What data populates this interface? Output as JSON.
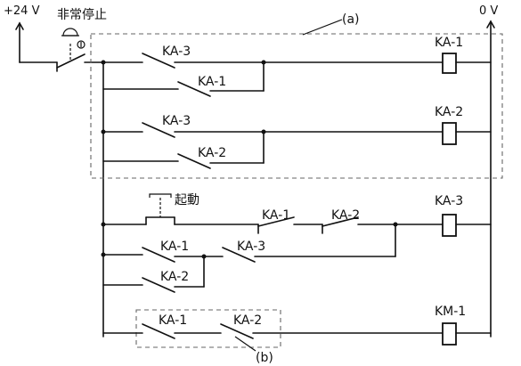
{
  "supply": {
    "positive": "+24 V",
    "zero": "0 V"
  },
  "emergency_stop": "非常停止",
  "start_button": "起動",
  "regions": {
    "a": "(a)",
    "b": "(b)"
  },
  "contacts": {
    "r1_ka3": "KA-3",
    "r1b_ka1": "KA-1",
    "r2_ka3": "KA-3",
    "r2b_ka2": "KA-2",
    "r3_ka1": "KA-1",
    "r3_ka2": "KA-2",
    "r4_ka1": "KA-1",
    "r4_ka3": "KA-3",
    "r5_ka2": "KA-2",
    "r6_ka1": "KA-1",
    "r6_ka2": "KA-2"
  },
  "coils": {
    "c1": "KA-1",
    "c2": "KA-2",
    "c3": "KA-3",
    "c4": "KM-1"
  }
}
